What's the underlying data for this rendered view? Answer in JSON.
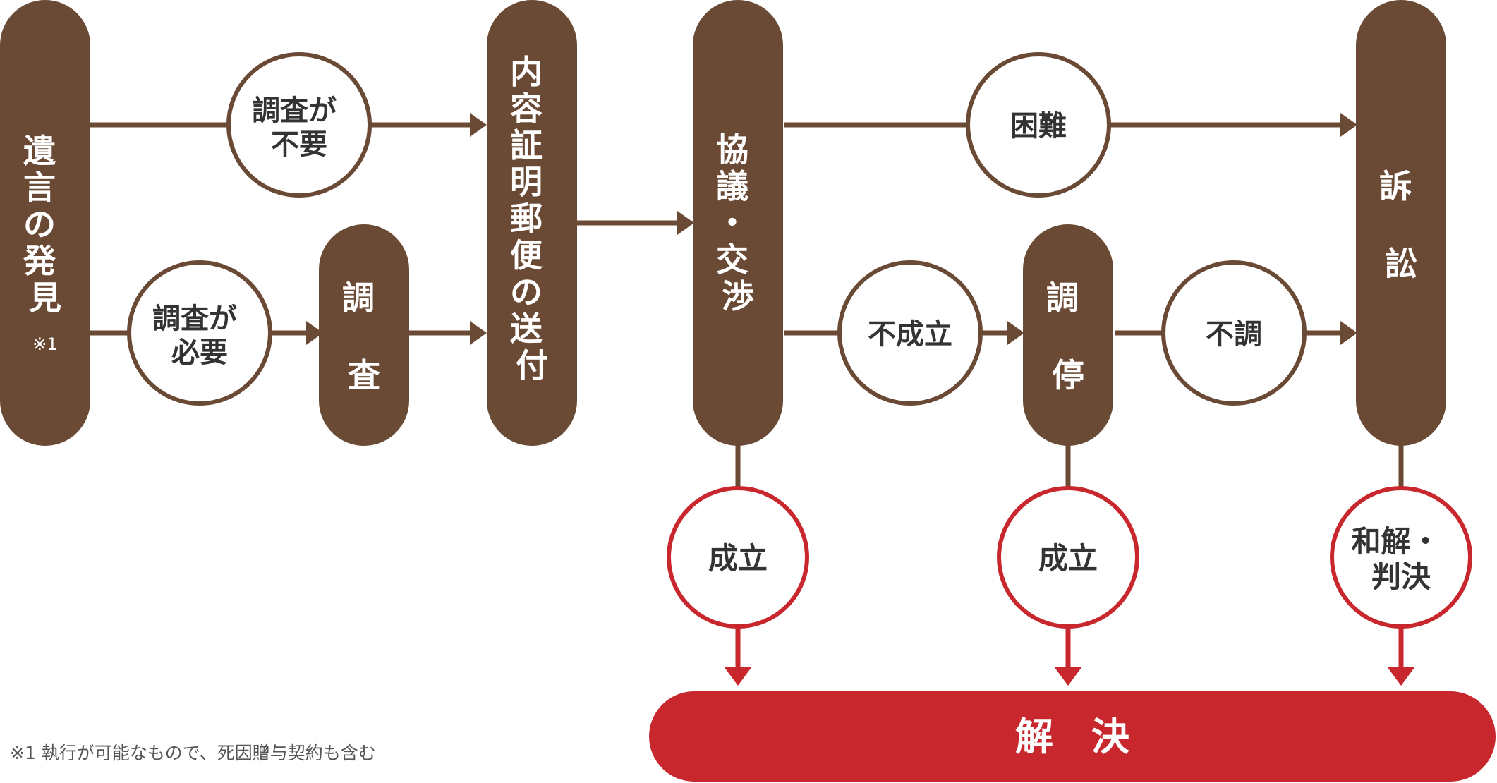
{
  "colors": {
    "brown": "#6b4a35",
    "red": "#c8282d",
    "text": "#333333",
    "white": "#ffffff"
  },
  "nodes": {
    "discovery": {
      "chars": [
        "遺",
        "言",
        "の",
        "発",
        "見"
      ],
      "mark": "※1"
    },
    "no_survey": {
      "lines": [
        "調査が",
        "不要"
      ]
    },
    "need_survey": {
      "lines": [
        "調査が",
        "必要"
      ]
    },
    "survey": {
      "chars": [
        "調",
        "査"
      ]
    },
    "certified_mail": {
      "chars": [
        "内",
        "容",
        "証",
        "明",
        "郵",
        "便",
        "の",
        "送",
        "付"
      ]
    },
    "negotiation": {
      "chars": [
        "協",
        "議",
        "・",
        "交",
        "渉"
      ]
    },
    "difficult": {
      "lines": [
        "困難"
      ]
    },
    "not_established": {
      "lines": [
        "不成立"
      ]
    },
    "mediation": {
      "chars": [
        "調",
        "停"
      ]
    },
    "failed": {
      "lines": [
        "不調"
      ]
    },
    "lawsuit": {
      "chars": [
        "訴",
        "訟"
      ]
    },
    "result_negotiation": {
      "lines": [
        "成立"
      ]
    },
    "result_mediation": {
      "lines": [
        "成立"
      ]
    },
    "result_lawsuit": {
      "lines": [
        "和解・",
        "判決"
      ]
    },
    "resolution": {
      "label": "解　決"
    }
  },
  "footnote": "※1 執行が可能なもので、死因贈与契約も含む"
}
